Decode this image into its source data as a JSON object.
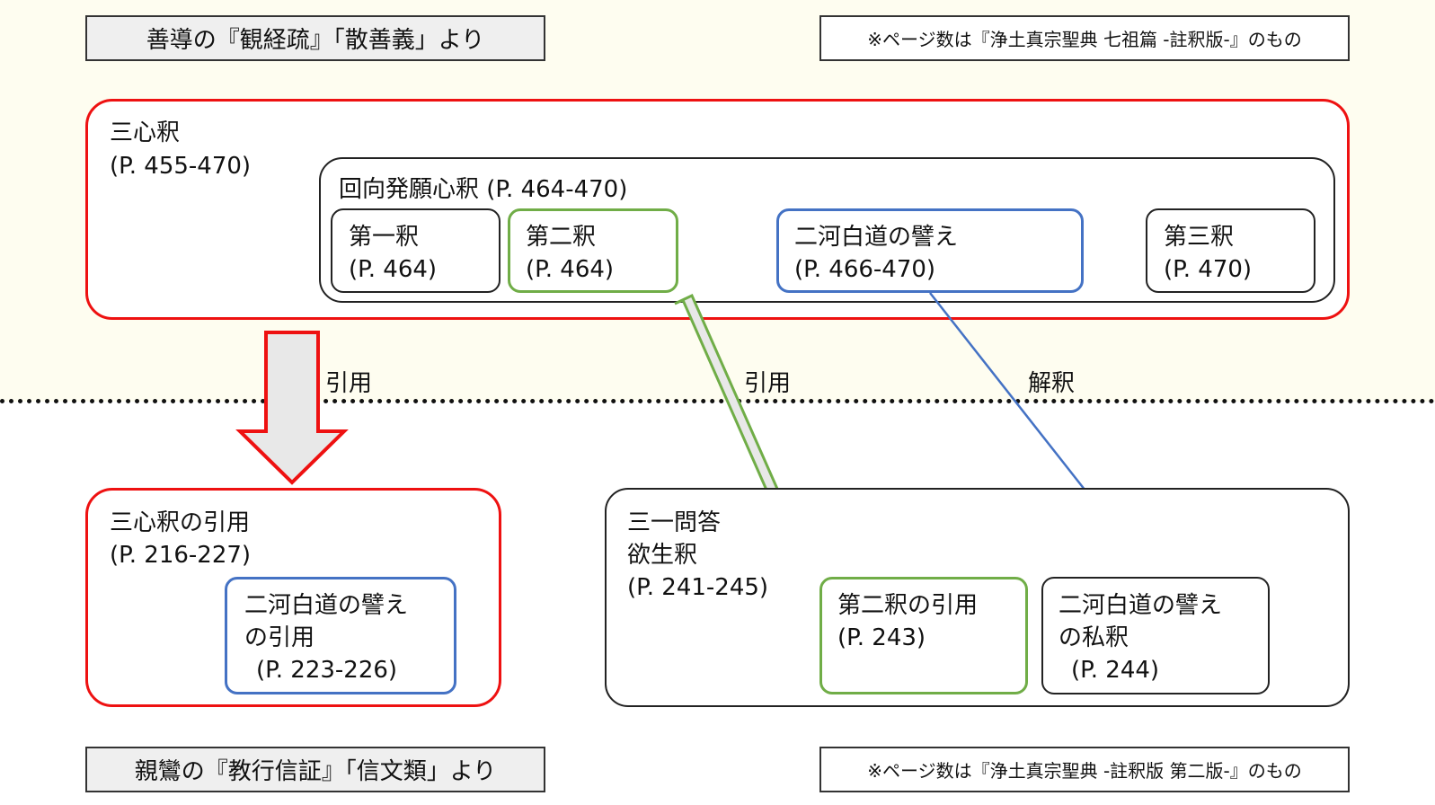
{
  "header": {
    "source_top": "善導の『観経疏』「散善義」より",
    "note_top": "※ページ数は『浄土真宗聖典 七祖篇 -註釈版-』のもの",
    "source_bottom": "親鸞の『教行信証』「信文類」より",
    "note_bottom": "※ページ数は『浄土真宗聖典 -註釈版 第二版-』のもの"
  },
  "top": {
    "sanshin": {
      "title": "三心釈",
      "pages": "(P. 455-470)"
    },
    "ekou": {
      "title": "回向発願心釈 (P. 464-470)"
    },
    "first": {
      "title": "第一釈",
      "pages": "(P. 464)"
    },
    "second": {
      "title": "第二釈",
      "pages": "(P. 464)"
    },
    "niga": {
      "title": "二河白道の譬え",
      "pages": "(P. 466-470)"
    },
    "third": {
      "title": "第三釈",
      "pages": "(P. 470)"
    }
  },
  "edges": {
    "quote1": "引用",
    "quote2": "引用",
    "interpret": "解釈"
  },
  "bottom": {
    "sanshin_quote": {
      "title": "三心釈の引用",
      "pages": "(P. 216-227)"
    },
    "niga_quote": {
      "line1": "二河白道の譬え",
      "line2": "の引用",
      "pages": "(P. 223-226)"
    },
    "sanichi": {
      "line1": "三一問答",
      "line2": "欲生釈",
      "pages": "(P. 241-245)"
    },
    "second_quote": {
      "title": "第二釈の引用",
      "pages": "(P. 243)"
    },
    "niga_private": {
      "line1": "二河白道の譬え",
      "line2": "の私釈",
      "pages": "(P. 244)"
    }
  },
  "colors": {
    "red": "#ee1111",
    "green": "#70ad47",
    "blue": "#4472c4",
    "arrow_fill": "#e8e8e8"
  }
}
